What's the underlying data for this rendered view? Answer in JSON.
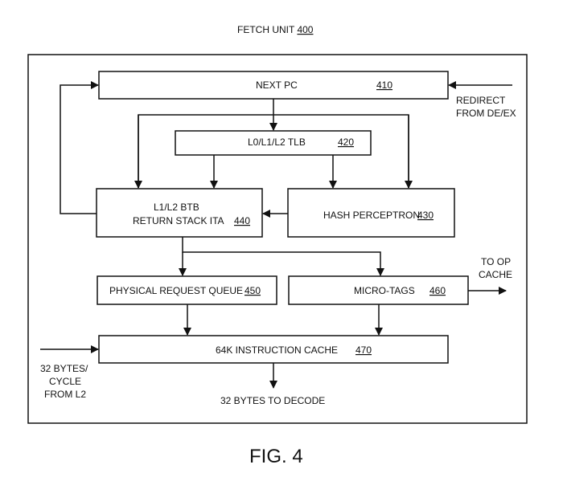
{
  "diagram": {
    "title": "FETCH UNIT",
    "title_ref": "400",
    "figure_label": "FIG. 4",
    "blocks": [
      {
        "id": "next-pc",
        "label": "NEXT PC",
        "ref": "410"
      },
      {
        "id": "tlb",
        "label": "L0/L1/L2 TLB",
        "ref": "420"
      },
      {
        "id": "hash-perceptron",
        "label": "HASH PERCEPTRON",
        "ref": "430"
      },
      {
        "id": "btb",
        "label_line1": "L1/L2 BTB",
        "label_line2": "RETURN STACK ITA",
        "ref": "440"
      },
      {
        "id": "prq",
        "label": "PHYSICAL REQUEST QUEUE",
        "ref": "450"
      },
      {
        "id": "micro-tags",
        "label": "MICRO-TAGS",
        "ref": "460"
      },
      {
        "id": "icache",
        "label": "64K INSTRUCTION CACHE",
        "ref": "470"
      }
    ],
    "external_labels": {
      "redirect_line1": "REDIRECT",
      "redirect_line2": "FROM DE/EX",
      "to_op_line1": "TO OP",
      "to_op_line2": "CACHE",
      "from_l2_line1": "32 BYTES/",
      "from_l2_line2": "CYCLE",
      "from_l2_line3": "FROM L2",
      "to_decode": "32 BYTES TO DECODE"
    },
    "connections": [
      {
        "from": "redirect",
        "to": "next-pc"
      },
      {
        "from": "next-pc",
        "to": "tlb"
      },
      {
        "from": "next-pc",
        "to": "btb"
      },
      {
        "from": "next-pc",
        "to": "hash-perceptron"
      },
      {
        "from": "tlb",
        "to": "btb"
      },
      {
        "from": "tlb",
        "to": "hash-perceptron"
      },
      {
        "from": "hash-perceptron",
        "to": "btb"
      },
      {
        "from": "btb",
        "to": "next-pc"
      },
      {
        "from": "btb",
        "to": "prq"
      },
      {
        "from": "btb",
        "to": "micro-tags"
      },
      {
        "from": "prq",
        "to": "icache"
      },
      {
        "from": "micro-tags",
        "to": "icache"
      },
      {
        "from": "micro-tags",
        "to": "op-cache"
      },
      {
        "from": "l2",
        "to": "icache"
      },
      {
        "from": "icache",
        "to": "decode"
      }
    ]
  }
}
